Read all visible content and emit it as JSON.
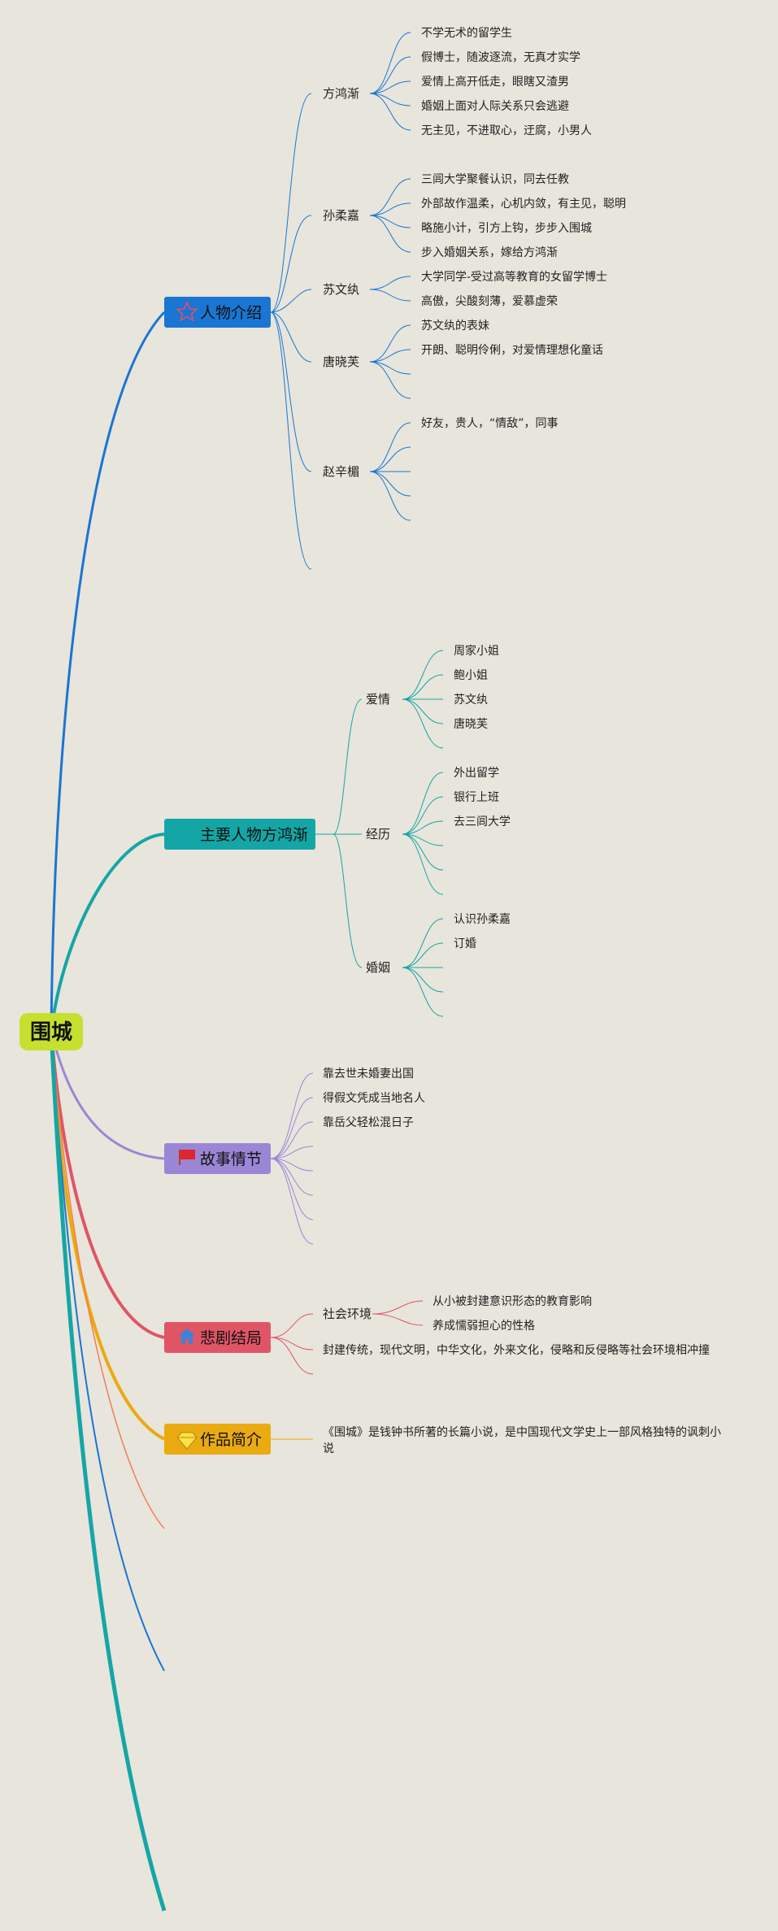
{
  "colors": {
    "background": "#e8e5dc",
    "root": "#c6e030",
    "people": "#1976d2",
    "hero": "#14a6a6",
    "story": "#9b86d6",
    "tragedy": "#e05566",
    "intro": "#eaaa12",
    "orange": "#f08050"
  },
  "root": {
    "label": "围城"
  },
  "branches": {
    "people": {
      "label": "人物介绍",
      "icon": "star-icon",
      "fang": {
        "label": "方鸿渐",
        "items": [
          "不学无术的留学生",
          "假博士，随波逐流，无真才实学",
          "爱情上高开低走，眼瞎又渣男",
          "婚姻上面对人际关系只会逃避",
          "无主见，不进取心，迂腐，小男人"
        ]
      },
      "sun": {
        "label": "孙柔嘉",
        "items": [
          "三闾大学聚餐认识，同去任教",
          "外部故作温柔，心机内敛，有主见，聪明",
          "略施小计，引方上钩，步步入围城",
          "步入婚姻关系，嫁给方鸿渐"
        ]
      },
      "su": {
        "label": "苏文纨",
        "items": [
          "大学同学-受过高等教育的女留学博士",
          "高傲，尖酸刻薄，爱慕虚荣"
        ]
      },
      "tang": {
        "label": "唐晓芙",
        "items": [
          "苏文纨的表妹",
          "开朗、聪明伶俐，对爱情理想化童话"
        ]
      },
      "zhao": {
        "label": "赵辛楣",
        "items": [
          "好友，贵人，“情敌”，同事"
        ]
      }
    },
    "hero": {
      "label": "主要人物方鸿渐",
      "love": {
        "label": "爱情",
        "items": [
          "周家小姐",
          "鲍小姐",
          "苏文纨",
          "唐晓芙"
        ]
      },
      "exp": {
        "label": "经历",
        "items": [
          "外出留学",
          "银行上班",
          "去三闾大学"
        ]
      },
      "marriage": {
        "label": "婚姻",
        "items": [
          "认识孙柔嘉",
          "订婚"
        ]
      }
    },
    "story": {
      "label": "故事情节",
      "icon": "flag-icon",
      "items": [
        "靠去世未婚妻出国",
        "得假文凭成当地名人",
        "靠岳父轻松混日子"
      ]
    },
    "tragedy": {
      "label": "悲剧结局",
      "icon": "house-icon",
      "env": {
        "label": "社会环境",
        "items": [
          "从小被封建意识形态的教育影响",
          "养成懦弱担心的性格"
        ]
      },
      "extra": "封建传统，现代文明，中华文化，外来文化，侵略和反侵略等社会环境相冲撞"
    },
    "intro": {
      "label": "作品简介",
      "icon": "gem-icon",
      "line1": "《围城》是钱钟书所著的长篇小说，是中国现代文学史上一部风格独特的讽刺小",
      "line2": "说"
    }
  }
}
